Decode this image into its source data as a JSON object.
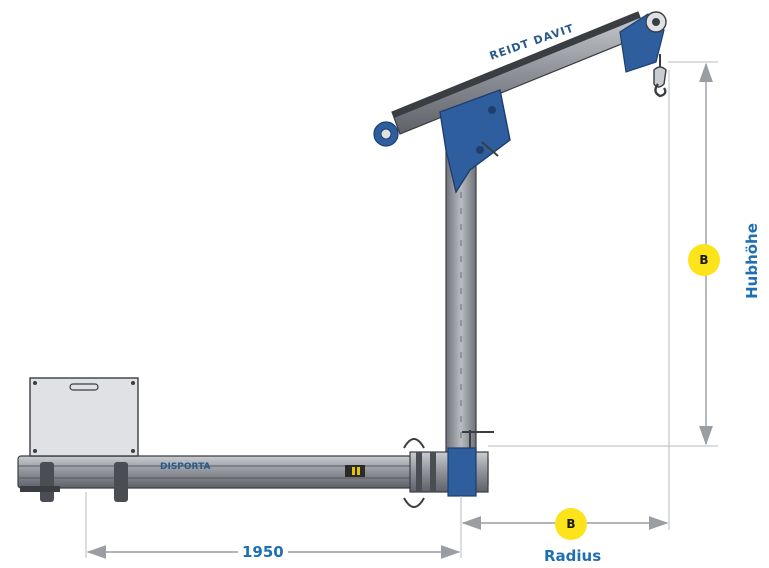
{
  "dimensions": {
    "base_length": "1950",
    "radius_label": "Radius",
    "height_label": "Hubhöhe",
    "badge_radius": "B",
    "badge_height": "B"
  },
  "product": {
    "boom_brand": "REIDT DAVIT",
    "base_brand": "DISPORTA"
  },
  "colors": {
    "steel_blue": "#2f5e9e",
    "steel_grey": "#8a8f96",
    "label_blue": "#1f6fb2",
    "badge_yellow": "#fde31a"
  }
}
